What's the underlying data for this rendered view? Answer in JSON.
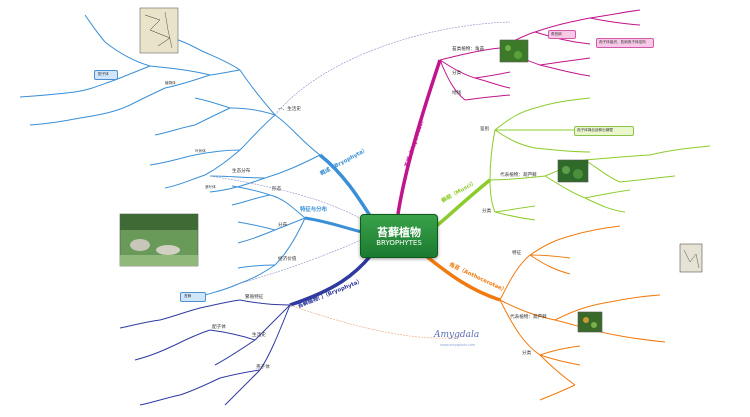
{
  "center": {
    "title": "苔藓植物",
    "subtitle": "BRYOPHYTES"
  },
  "branches": {
    "top_left": "概述（Bryophyta）",
    "left": "特征与分布",
    "bottom_left": "苔藓植物门（Bryophyta）",
    "top_right": "苔纲（Hepaticae）",
    "right": "藓纲（Musci）",
    "bottom_right": "角苔（Anthocerotae）"
  },
  "sub_left": {
    "structure": "一、生活史",
    "features": "形态",
    "habitat": "分布",
    "value": "经济价值",
    "distribution": "生态分布"
  },
  "sub_top_right": {
    "a": "苔类植物：角苔",
    "b": "分类",
    "c": "地钱"
  },
  "sub_right": {
    "a": "鉴别",
    "b": "代表植物：葫芦藓",
    "c": "分类"
  },
  "sub_bottom_right": {
    "a": "特征",
    "b": "代表植物：葫芦藓",
    "c": "分类"
  },
  "sub_bottom_left": {
    "a": "繁殖特征",
    "b": "生活史",
    "c": "孢子体",
    "d": "配子体"
  },
  "highlights": {
    "pink": "孢子体组织，苔纲孢子体结构",
    "pink2": "角苔纲",
    "blue_left": "苔藓",
    "green": "孢子体弹丝延伸出蒴壁",
    "blue_bottom": "配子体"
  },
  "leaf_text": "植物体",
  "leaf_text2": "叶状体",
  "leaf_text3": "茎叶体",
  "watermark": {
    "name": "Amygdala",
    "sub": "www.amygdala.com"
  },
  "colors": {
    "top_left": "#3a8fd6",
    "left": "#3a8fd6",
    "bottom_left": "#2f3a9e",
    "top_right": "#c0158c",
    "right": "#8ccc2a",
    "bottom_right": "#f07a0e"
  }
}
